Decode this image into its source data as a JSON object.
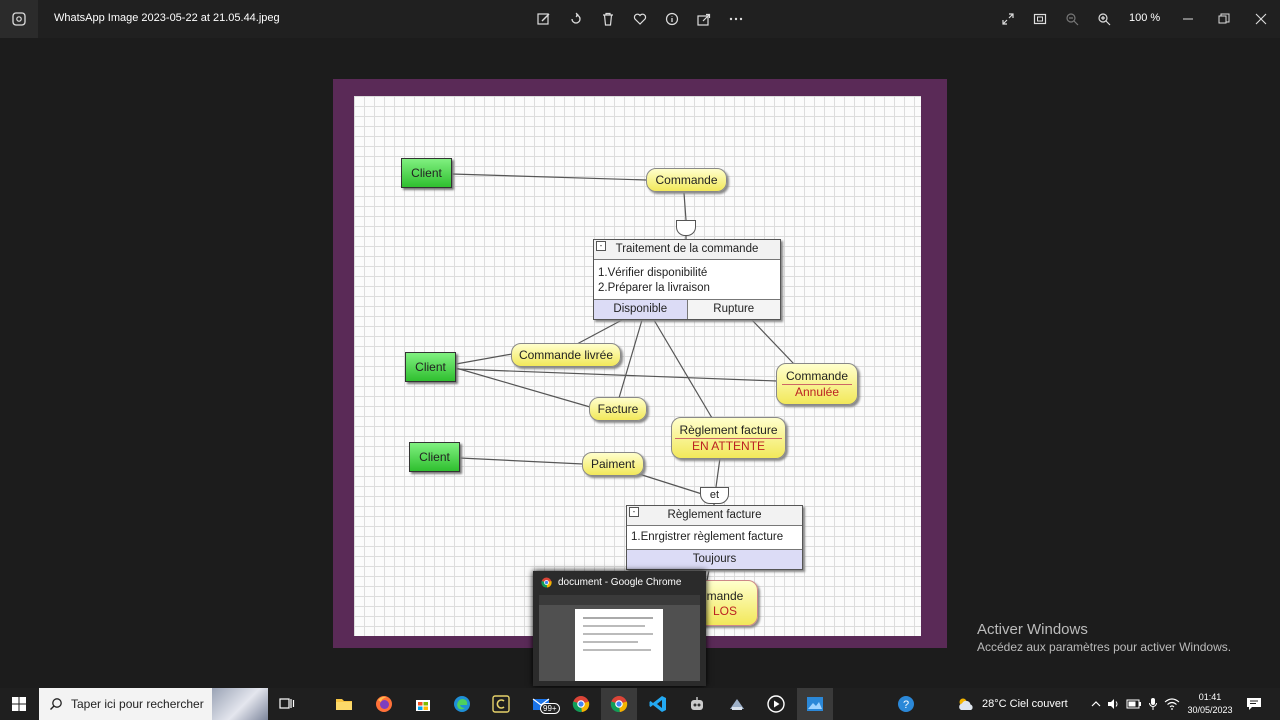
{
  "window": {
    "title": "WhatsApp Image 2023-05-22 at 21.05.44.jpeg",
    "zoom": "100 %",
    "toolbar_icons": [
      "edit-icon",
      "rotate-icon",
      "delete-icon",
      "favorite-icon",
      "info-icon",
      "share-icon",
      "more-icon"
    ],
    "right_icons": [
      "fullscreen-icon",
      "fit-icon",
      "zoom-out-icon",
      "zoom-in-icon"
    ]
  },
  "diagram": {
    "client1": "Client",
    "client2": "Client",
    "client3": "Client",
    "commande": "Commande",
    "process1": {
      "title": "Traitement de la commande",
      "step1": "1.Vérifier disponibilité",
      "step2": "2.Préparer la  livraison",
      "out1": "Disponible",
      "out2": "Rupture"
    },
    "commande_livree": "Commande livrée",
    "facture": "Facture",
    "commande_annulee": {
      "line1": "Commande",
      "line2": "Annulée"
    },
    "reglement_attente": {
      "line1": "Règlement facture",
      "line2": "EN ATTENTE"
    },
    "paiment": "Paiment",
    "gate_et": "et",
    "process2": {
      "title": "Règlement facture",
      "step1": "1.Enrgistrer règlement facture",
      "out1": "Toujours"
    },
    "partial_pill": {
      "line1": "mande",
      "line2": "LOS"
    }
  },
  "popup": {
    "title": "document - Google Chrome"
  },
  "watermark": {
    "line1": "Activer Windows",
    "line2": "Accédez aux paramètres pour activer Windows."
  },
  "taskbar": {
    "search_placeholder": "Taper ici pour rechercher",
    "mail_badge": "99+",
    "weather": "28°C  Ciel couvert",
    "time": "01:41",
    "date": "30/05/2023"
  },
  "colors": {
    "accent": "#5a2a57",
    "pill_yellow": "#f2e85a",
    "box_green": "#2fbf2f"
  }
}
